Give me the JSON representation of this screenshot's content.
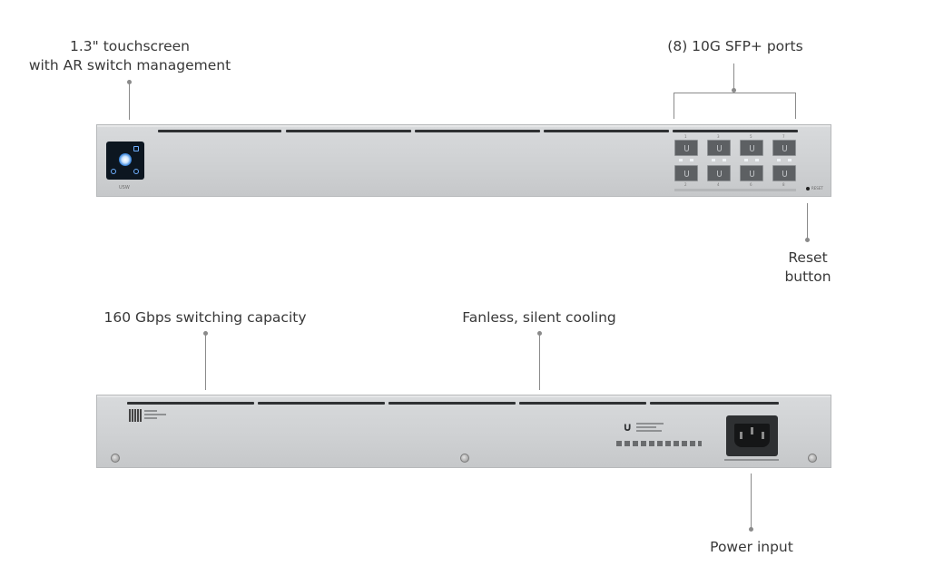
{
  "labels": {
    "touchscreen_line1": "1.3\" touchscreen",
    "touchscreen_line2": "with AR switch management",
    "sfp_ports": "(8) 10G SFP+ ports",
    "reset_line1": "Reset",
    "reset_line2": "button",
    "switching_capacity": "160 Gbps switching capacity",
    "cooling": "Fanless, silent cooling",
    "power_input": "Power input"
  },
  "device_text": {
    "front_model": "USW",
    "reset_marker": "RESET",
    "port_numbers_top": [
      "1",
      "3",
      "5",
      "7"
    ],
    "port_numbers_bottom": [
      "2",
      "4",
      "6",
      "8"
    ]
  },
  "colors": {
    "chassis": "#cfd1d3",
    "vent": "#2f3133",
    "screen": "#0c1620",
    "leader_line": "#8a8a8a"
  }
}
